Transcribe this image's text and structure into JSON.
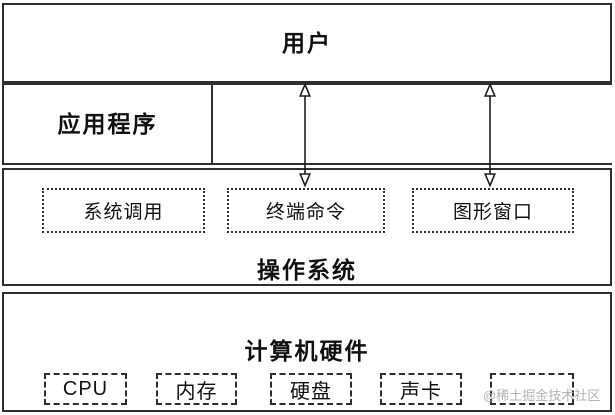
{
  "diagram": {
    "title_context": "OS layered architecture diagram",
    "layers": {
      "user": {
        "label": "用户"
      },
      "application": {
        "label": "应用程序"
      },
      "os": {
        "label": "操作系统",
        "boxes": [
          {
            "label": "系统调用"
          },
          {
            "label": "终端命令"
          },
          {
            "label": "图形窗口"
          }
        ]
      },
      "hardware": {
        "label": "计算机硬件",
        "boxes": [
          {
            "label": "CPU"
          },
          {
            "label": "内存"
          },
          {
            "label": "硬盘"
          },
          {
            "label": "声卡"
          },
          {
            "label": ""
          }
        ]
      }
    },
    "arrows": [
      {
        "name": "user-terminal-arrow",
        "style": "double-headed-vertical"
      },
      {
        "name": "user-graphic-arrow",
        "style": "double-headed-vertical"
      }
    ],
    "watermark": "@稀土掘金技术社区",
    "colors": {
      "border": "#2f2f2f",
      "text": "#111111",
      "watermark": "#b3b3b3",
      "background": "#ffffff"
    }
  }
}
